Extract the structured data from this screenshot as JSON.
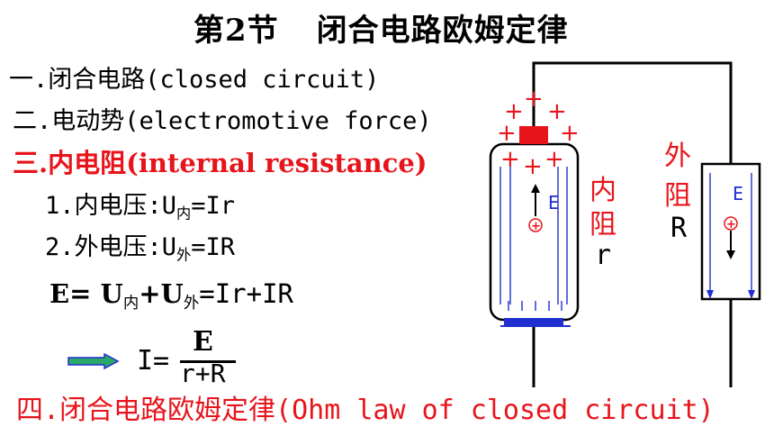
{
  "title": {
    "num": "第2节",
    "name": "闭合电路欧姆定律"
  },
  "sections": {
    "s1": "一.闭合电路(closed circuit)",
    "s2": "二.电动势(electromotive force)",
    "s3": "三.内电阻(internal resistance)",
    "s4": "四.闭合电路欧姆定律(Ohm law of closed circuit)"
  },
  "formulas": {
    "f1_prefix": "1.内电压:U",
    "f1_sub": "内",
    "f1_suffix": "=Ir",
    "f2_prefix": "2.外电压:U",
    "f2_sub": "外",
    "f2_suffix": "=IR",
    "f3_e": "E",
    "f3_eq": "= ",
    "f3_u1": "U",
    "f3_sub1": "内",
    "f3_plus": "+",
    "f3_u2": "U",
    "f3_sub2": "外",
    "f3_rest": "=Ir+IR",
    "i_label": "I=",
    "frac_num": "E",
    "frac_den": "r+R"
  },
  "diagram": {
    "inner_label_1": "内",
    "inner_label_2": "阻",
    "inner_symbol": "r",
    "outer_label_1": "外",
    "outer_label_2": "阻",
    "outer_symbol": "R",
    "field_label": "E",
    "field_label_2": "E",
    "plus": "+",
    "colors": {
      "red": "#e8141b",
      "blue": "#1f2fd0",
      "green": "#2aa86a"
    }
  }
}
